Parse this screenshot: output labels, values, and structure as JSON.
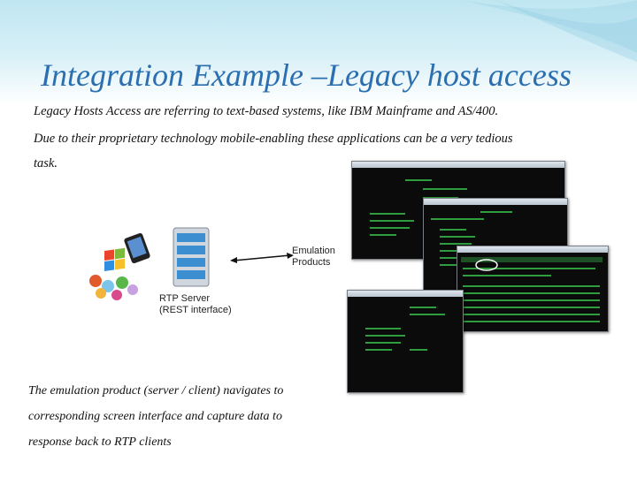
{
  "slide": {
    "title": "Integration Example –Legacy host access",
    "paragraph_lines": [
      "Legacy Hosts Access are referring to text-based systems, like IBM Mainframe and AS/400.",
      "Due to their proprietary technology mobile-enabling these applications can be a very tedious",
      "task."
    ],
    "emulation_label": [
      "Emulation",
      "Products"
    ],
    "server_label": [
      "RTP Server",
      "(REST interface)"
    ],
    "caption_lines": [
      "The emulation product (server / client) navigates to",
      "corresponding screen interface and capture data to",
      "response back to RTP clients"
    ]
  },
  "colors": {
    "title": "#2b6fb0",
    "band_top": "#bfe6f1",
    "terminal_bg": "#0b0b0b",
    "terminal_text": "#37c24a",
    "server": "#3b8fd0"
  },
  "icons": [
    "smartphone-icon",
    "windows-logo-icon",
    "app-icons-cluster",
    "server-rack-icon",
    "double-arrow-icon"
  ]
}
